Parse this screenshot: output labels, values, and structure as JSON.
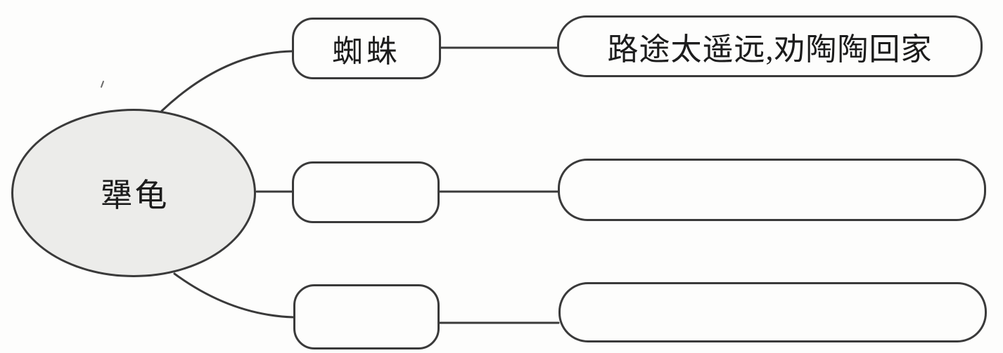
{
  "diagram": {
    "title_hint": "story mind map",
    "root": {
      "label": "犟龟"
    },
    "branches": [
      {
        "node": "蜘蛛",
        "detail": "路途太遥远,劝陶陶回家"
      },
      {
        "node": "",
        "detail": ""
      },
      {
        "node": "",
        "detail": ""
      }
    ]
  },
  "colors": {
    "stroke": "#3a3a3a",
    "ellipse_fill": "#ececea",
    "background": "#fdfdfc",
    "text": "#1c1c1c"
  }
}
